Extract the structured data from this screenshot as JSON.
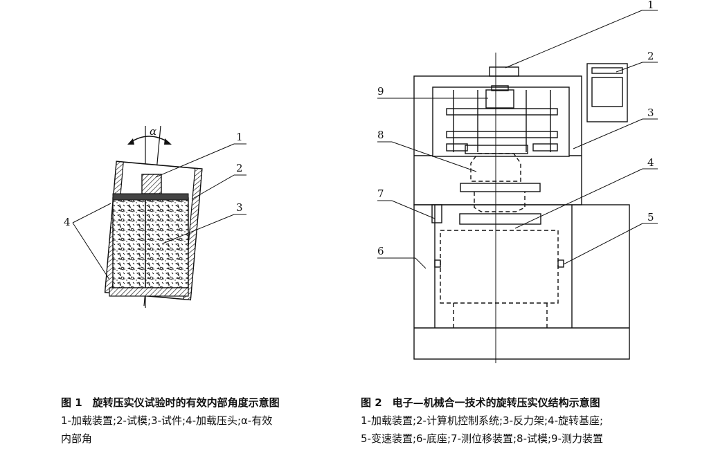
{
  "figure1": {
    "callouts": [
      "1",
      "2",
      "3",
      "4"
    ],
    "alpha": "α",
    "caption_title": "图 1　旋转压实仪试验时的有效内部角度示意图",
    "caption_line1": "1-加载装置;2-试模;3-试件;4-加载压头;α-有效",
    "caption_line2": "内部角"
  },
  "figure2": {
    "callouts": [
      "1",
      "2",
      "3",
      "4",
      "5",
      "6",
      "7",
      "8",
      "9"
    ],
    "caption_title": "图 2　电子—机械合一技术的旋转压实仪结构示意图",
    "caption_line1": "1-加载装置;2-计算机控制系统;3-反力架;4-旋转基座;",
    "caption_line2": "5-变速装置;6-底座;7-测位移装置;8-试模;9-测力装置"
  }
}
